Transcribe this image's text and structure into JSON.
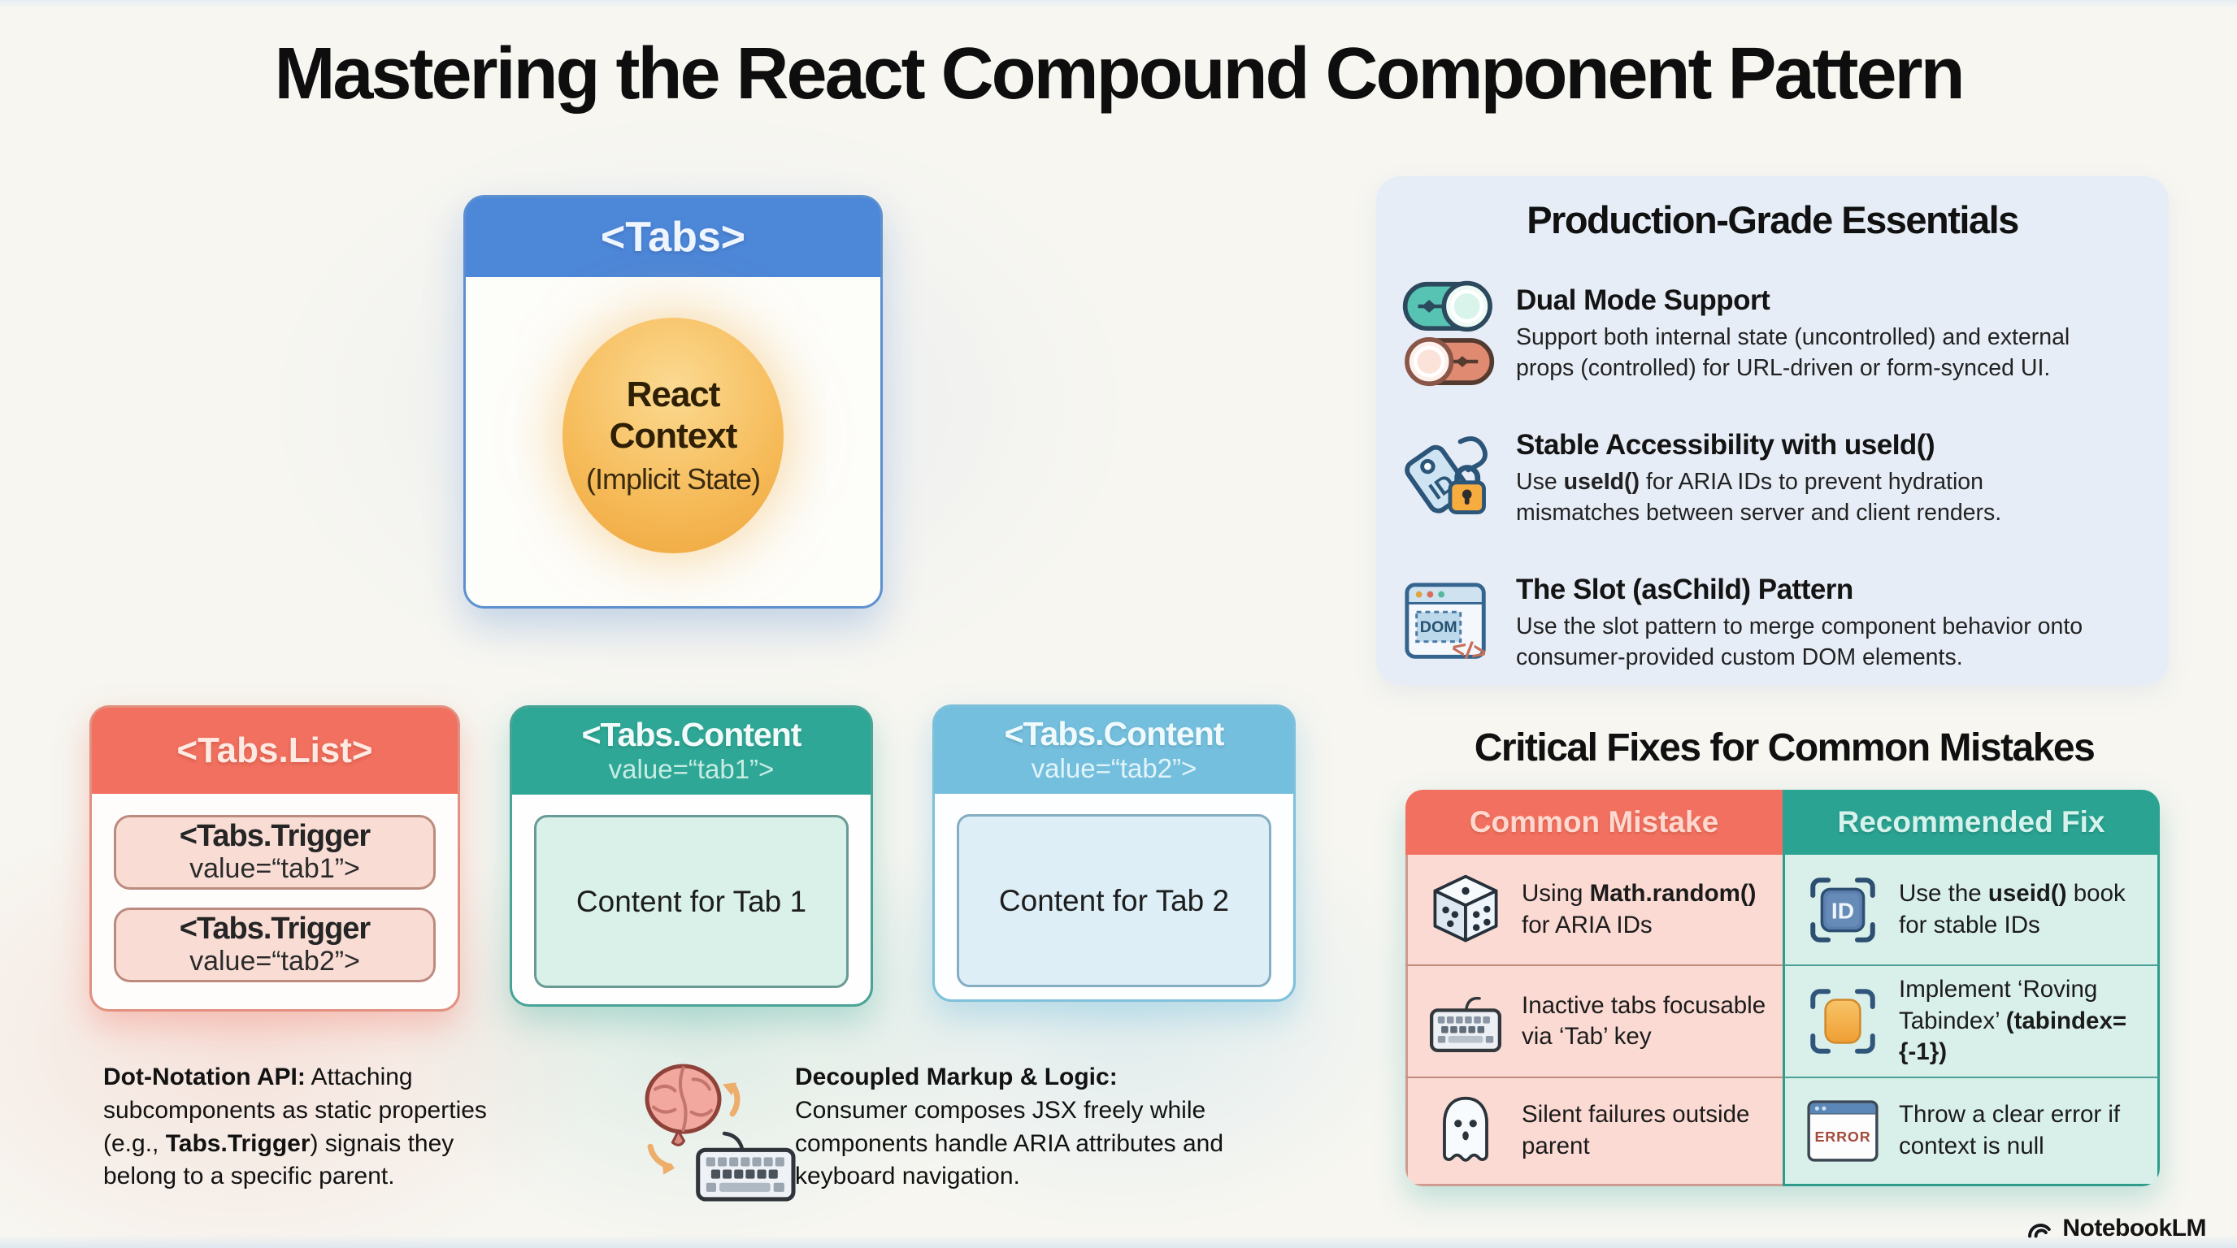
{
  "title": "Mastering the React Compound Component Pattern",
  "tabs_box": {
    "header": "<Tabs>",
    "context_circle": {
      "line1": "React",
      "line2": "Context",
      "line3": "(Implicit State)"
    }
  },
  "tabs_list_box": {
    "header": "<Tabs.List>",
    "triggers": [
      {
        "tag": "<Tabs.Trigger",
        "attr": "value=“tab1”>"
      },
      {
        "tag": "<Tabs.Trigger",
        "attr": "value=“tab2”>"
      }
    ]
  },
  "content_boxes": [
    {
      "tag": "<Tabs.Content",
      "attr": "value=“tab1”>",
      "body": "Content for Tab 1"
    },
    {
      "tag": "<Tabs.Content",
      "attr": "value=“tab2”>",
      "body": "Content for Tab 2"
    }
  ],
  "essentials": {
    "heading": "Production-Grade Essentials",
    "items": [
      {
        "icon": "toggles-icon",
        "title": "Dual Mode Support",
        "desc_parts": [
          {
            "t": "Support both internal state (uncontrolled) and external props (controlled) for URL-driven or form-synced UI.",
            "b": false
          }
        ]
      },
      {
        "icon": "id-tag-lock-icon",
        "title": "Stable Accessibility with useId()",
        "desc_parts": [
          {
            "t": "Use ",
            "b": false
          },
          {
            "t": "useId()",
            "b": true
          },
          {
            "t": " for ARIA IDs to prevent hydration mismatches between server and client renders.",
            "b": false
          }
        ]
      },
      {
        "icon": "dom-slot-icon",
        "title": "The Slot (asChild) Pattern",
        "desc_parts": [
          {
            "t": "Use the slot pattern to merge component behavior onto consumer-provided custom DOM elements.",
            "b": false
          }
        ]
      }
    ]
  },
  "fixes": {
    "heading": "Critical Fixes for Common Mistakes",
    "columns": [
      "Common Mistake",
      "Recommended Fix"
    ],
    "rows": [
      {
        "mistake": {
          "icon": "dice-icon",
          "parts": [
            {
              "t": "Using ",
              "b": false
            },
            {
              "t": "Math.random()",
              "b": true
            },
            {
              "t": " for ARIA IDs",
              "b": false
            }
          ]
        },
        "fix": {
          "icon": "id-badge-icon",
          "parts": [
            {
              "t": "Use the ",
              "b": false
            },
            {
              "t": "useid()",
              "b": true
            },
            {
              "t": " book for stable IDs",
              "b": false
            }
          ]
        }
      },
      {
        "mistake": {
          "icon": "keyboard-icon",
          "parts": [
            {
              "t": "Inactive tabs focusable via ‘Tab’ key",
              "b": false
            }
          ]
        },
        "fix": {
          "icon": "roving-focus-icon",
          "parts": [
            {
              "t": "Implement ‘Roving Tabindex’ ",
              "b": false
            },
            {
              "t": "(tabindex={-1})",
              "b": true
            }
          ]
        }
      },
      {
        "mistake": {
          "icon": "ghost-icon",
          "parts": [
            {
              "t": "Silent failures outside parent",
              "b": false
            }
          ]
        },
        "fix": {
          "icon": "error-window-icon",
          "parts": [
            {
              "t": "Throw a clear error if context is null",
              "b": false
            }
          ]
        }
      }
    ]
  },
  "notes": {
    "dot_notation_parts": [
      {
        "t": "Dot-Notation API:",
        "b": true
      },
      {
        "t": " Attaching subcomponents as static properties (e.g., ",
        "b": false
      },
      {
        "t": "Tabs.Trigger",
        "b": true
      },
      {
        "t": ") signais they belong to a specific parent.",
        "b": false
      }
    ],
    "decoupled": {
      "icon": "brain-keyboard-icon",
      "heading": "Decoupled Markup & Logic:",
      "body": "Consumer composes JSX freely while components handle ARIA attributes and keyboard navigation."
    }
  },
  "footer": {
    "brand": "NotebookLM",
    "icon": "notebooklm-icon"
  },
  "colors": {
    "blue": "#4d87d8",
    "coral": "#f2705f",
    "teal": "#2ba392",
    "teal_header": "#2fa796",
    "lightblue": "#74bfdd",
    "panel_bg": "#e7edf7",
    "mistake_bg": "#fbdad3",
    "fix_bg": "#d9f0ea",
    "circle_orange": "#f4b04e"
  }
}
